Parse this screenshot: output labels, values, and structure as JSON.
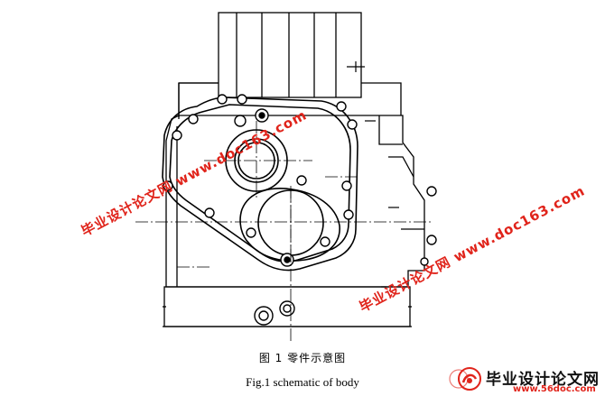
{
  "caption": {
    "chinese": "图 1    零件示意图",
    "english": "Fig.1 schematic of body"
  },
  "watermarks": [
    {
      "text": "毕业设计论文网 www.doc163.com"
    },
    {
      "text": "毕业设计论文网 www.doc163.com"
    }
  ],
  "logo": {
    "title": "毕业设计论文网",
    "url": "www.56doc.com"
  },
  "colors": {
    "line": "#000000",
    "watermark": "#e0241b",
    "background": "#ffffff"
  }
}
